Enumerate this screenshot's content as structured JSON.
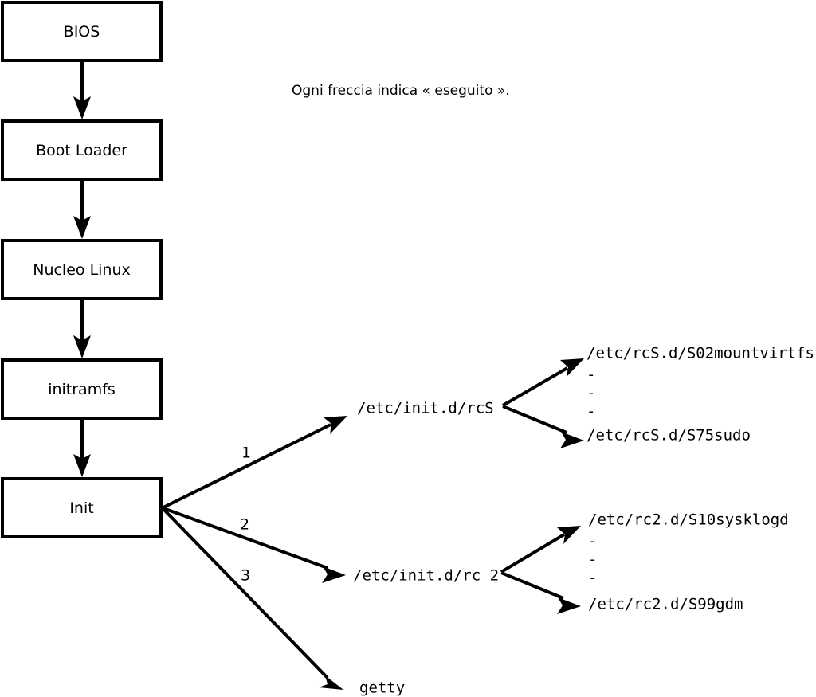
{
  "diagram": {
    "title": "Linux boot sequence flow diagram",
    "note": "Ogni freccia indica « eseguito ».",
    "colors": {
      "background": "#ffffff",
      "stroke": "#000000",
      "box_fill": "#ffffff",
      "text": "#000000"
    },
    "boot_chain": [
      {
        "id": "bios",
        "label": "BIOS"
      },
      {
        "id": "boot-loader",
        "label": "Boot Loader"
      },
      {
        "id": "nucleo-linux",
        "label": "Nucleo Linux"
      },
      {
        "id": "initramfs",
        "label": "initramfs"
      },
      {
        "id": "init",
        "label": "Init"
      }
    ],
    "init_branches": [
      {
        "number": "1",
        "target": "/etc/init.d/rcS"
      },
      {
        "number": "2",
        "target": "/etc/init.d/rc 2"
      },
      {
        "number": "3",
        "target": "getty"
      }
    ],
    "rcs_scripts": {
      "first": "/etc/rcS.d/S02mountvirtfs",
      "last": "/etc/rcS.d/S75sudo",
      "ellipsis": [
        "-",
        "-",
        "-"
      ]
    },
    "rc2_scripts": {
      "first": "/etc/rc2.d/S10sysklogd",
      "last": "/etc/rc2.d/S99gdm",
      "ellipsis": [
        "-",
        "-",
        "-"
      ]
    }
  }
}
